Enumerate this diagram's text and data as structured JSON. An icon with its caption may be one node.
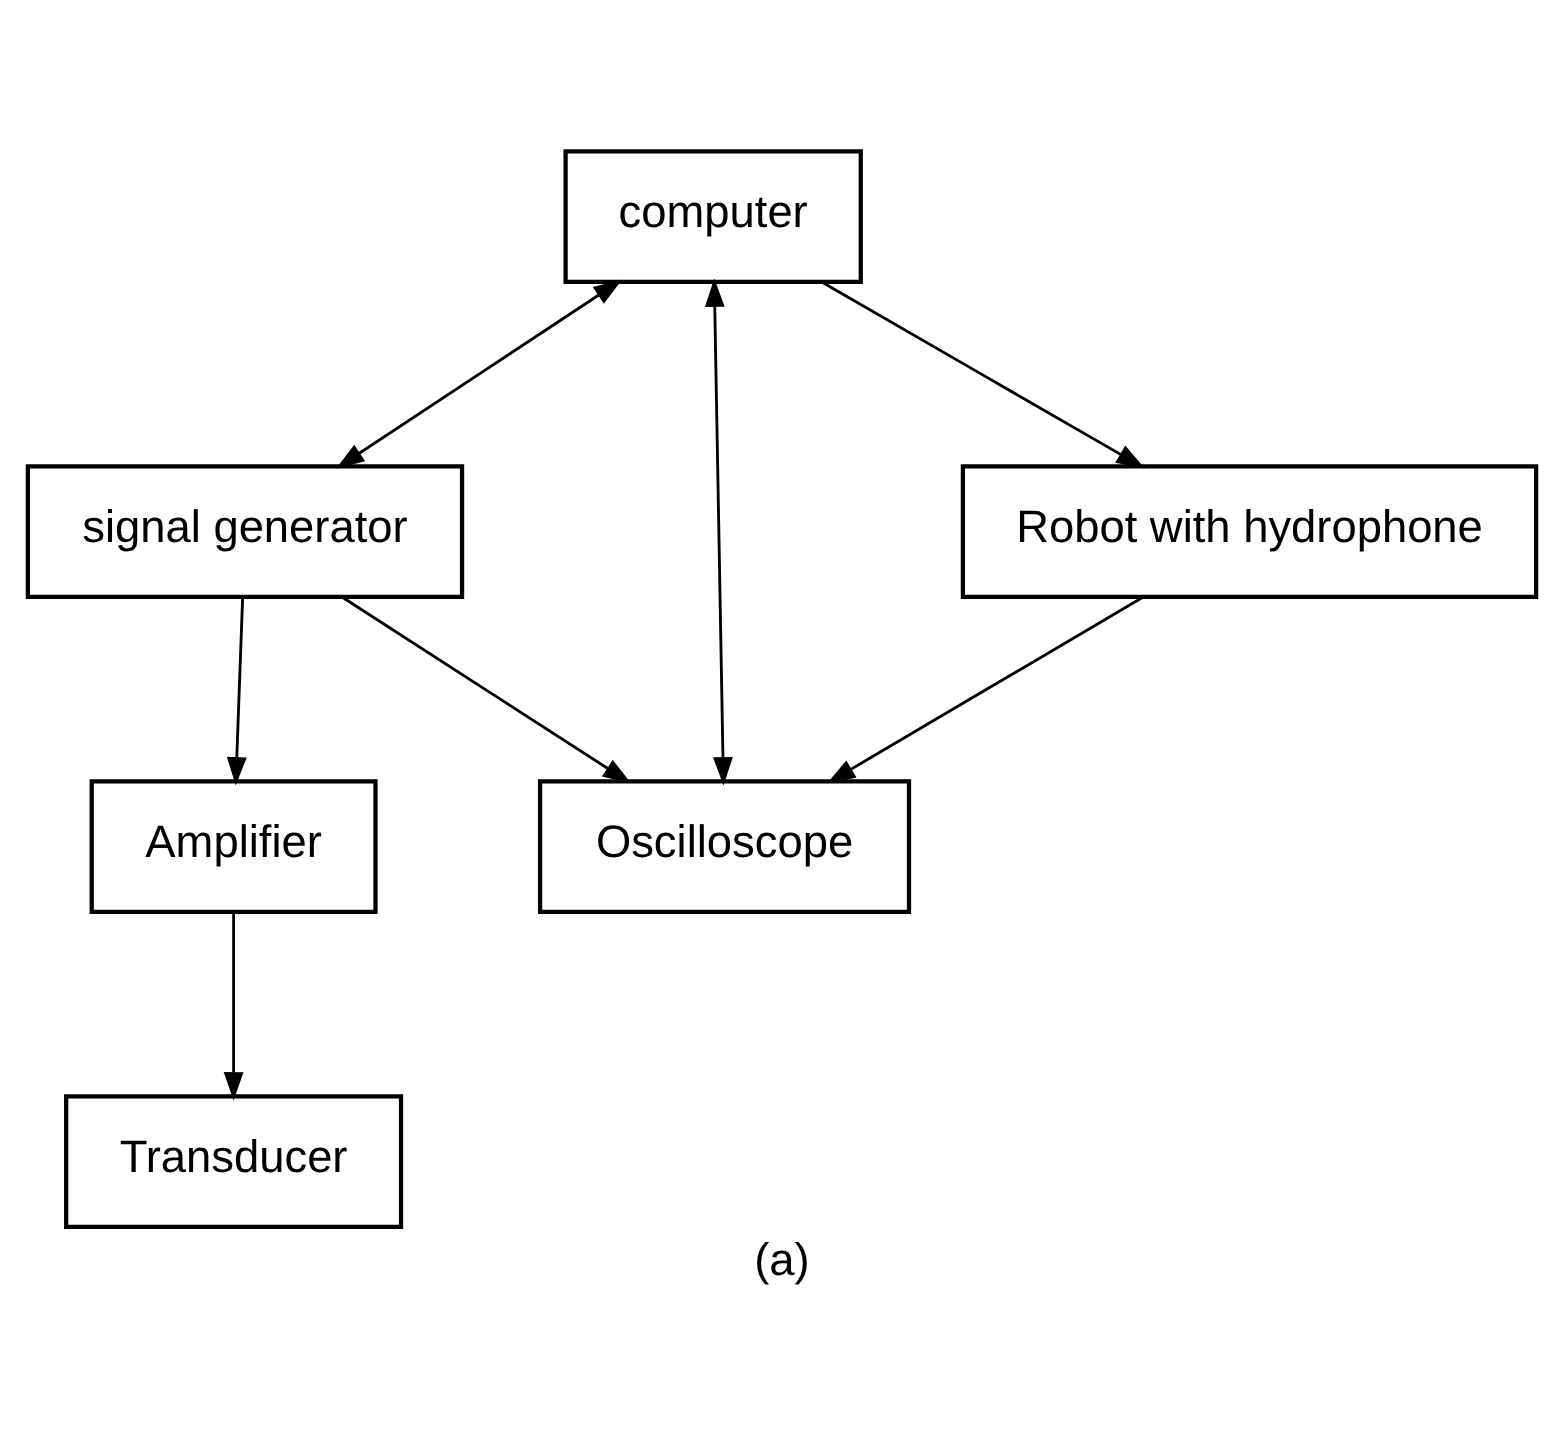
{
  "diagram": {
    "caption": "(a)",
    "nodes": [
      {
        "text": [
          "signal generator"
        ]
      },
      {
        "text": [
          "Amplifier"
        ]
      },
      {
        "text": [
          "computer"
        ]
      },
      {
        "text": [
          "Oscilloscope"
        ]
      },
      {
        "text": [
          "Robot with hydrophone"
        ]
      },
      {
        "text": [
          "Transducer"
        ]
      }
    ],
    "edges": [
      {
        "from": 2,
        "to": 0,
        "arrow": "both"
      },
      {
        "from": 0,
        "to": 1,
        "arrow": "to"
      },
      {
        "from": 0,
        "to": 3,
        "arrow": "to"
      },
      {
        "from": 2,
        "to": 3,
        "arrow": "both"
      },
      {
        "from": 4,
        "to": 3,
        "arrow": "to"
      },
      {
        "from": 2,
        "to": 4,
        "arrow": "to"
      },
      {
        "from": 1,
        "to": 5,
        "arrow": "to"
      }
    ]
  }
}
